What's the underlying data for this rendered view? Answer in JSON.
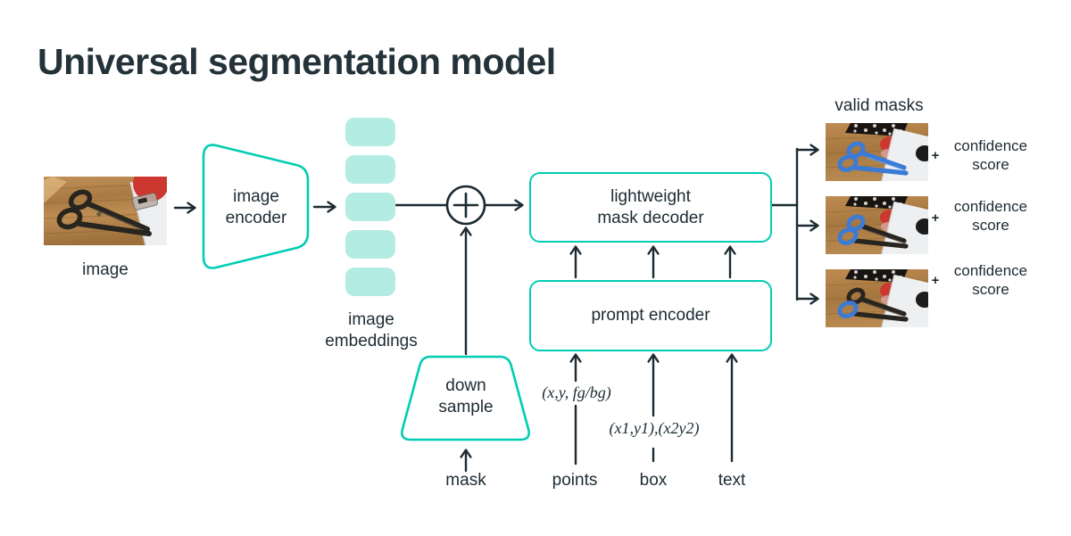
{
  "title": "Universal segmentation model",
  "colors": {
    "accent_teal": "#00cdb2",
    "embedding_fill": "#b3ece2",
    "ink_dark": "#1c2b33",
    "mask_blue": "#3b7bd6"
  },
  "nodes": {
    "input_image_label": "image",
    "image_encoder": "image encoder",
    "image_embeddings": "image embeddings",
    "plus_operator": "+",
    "down_sample": "down sample",
    "mask_decoder": "lightweight mask decoder",
    "prompt_encoder": "prompt encoder"
  },
  "prompt_inputs": {
    "mask": "mask",
    "points": "points",
    "box": "box",
    "text": "text",
    "points_format": "(x,y, fg/bg)",
    "box_format": "(x1,y1),(x2y2)"
  },
  "outputs": {
    "heading": "valid masks",
    "items": [
      {
        "plus": "+",
        "label": "confidence score",
        "mask_coverage": "whole scissors"
      },
      {
        "plus": "+",
        "label": "confidence score",
        "mask_coverage": "both handles"
      },
      {
        "plus": "+",
        "label": "confidence score",
        "mask_coverage": "one handle"
      }
    ]
  }
}
